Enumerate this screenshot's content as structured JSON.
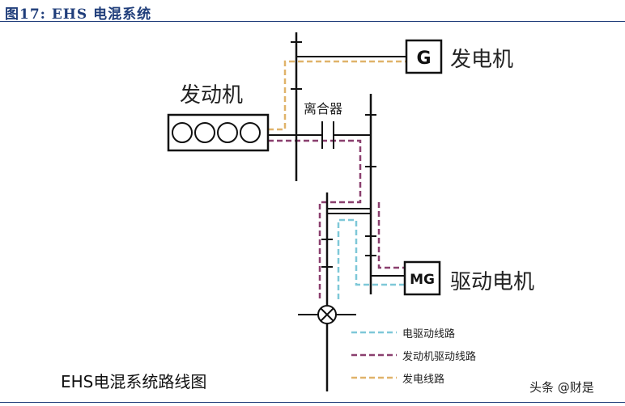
{
  "figure": {
    "title": "图17: EHS 电混系统",
    "caption": "EHS电混系统路线图",
    "watermark": "头条 @财是"
  },
  "diagram": {
    "generator_letter": "G",
    "generator_label": "发电机",
    "engine_label": "发动机",
    "clutch_label": "离合器",
    "motor_letter": "MG",
    "motor_label": "驱动电机"
  },
  "legend": [
    {
      "label": "电驱动线路",
      "color": "#7ec8d8",
      "line": "electric-drive"
    },
    {
      "label": "发动机驱动线路",
      "color": "#8a3f6e",
      "line": "engine-drive"
    },
    {
      "label": "发电线路",
      "color": "#e0b36a",
      "line": "generation"
    }
  ],
  "colors": {
    "title": "#1f3d7a",
    "shaft": "#111111",
    "electric_drive": "#7ec8d8",
    "engine_drive": "#8a3f6e",
    "generation": "#e0b36a"
  }
}
